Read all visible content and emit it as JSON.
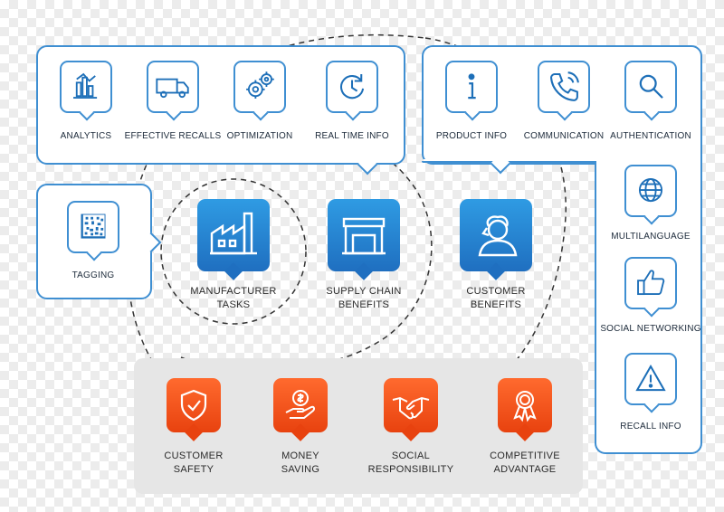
{
  "top_left_panel": {
    "items": [
      {
        "label": "ANALYTICS",
        "icon": "bar-chart-icon"
      },
      {
        "label": "EFFECTIVE RECALLS",
        "icon": "truck-icon"
      },
      {
        "label": "OPTIMIZATION",
        "icon": "gears-icon"
      },
      {
        "label": "REAL TIME INFO",
        "icon": "clock-icon"
      }
    ]
  },
  "right_panel": {
    "items": [
      {
        "label": "PRODUCT INFO",
        "icon": "info-icon"
      },
      {
        "label": "COMMUNICATION",
        "icon": "phone-icon"
      },
      {
        "label": "AUTHENTICATION",
        "icon": "magnifier-icon"
      },
      {
        "label": "MULTILANGUAGE",
        "icon": "globe-icon"
      },
      {
        "label": "SOCIAL NETWORKING",
        "icon": "thumbs-up-icon"
      },
      {
        "label": "RECALL INFO",
        "icon": "warning-icon"
      }
    ]
  },
  "tagging": {
    "label": "TAGGING",
    "icon": "datamatrix-icon"
  },
  "benefits": [
    {
      "label_line1": "MANUFACTURER",
      "label_line2": "TASKS",
      "icon": "factory-icon"
    },
    {
      "label_line1": "SUPPLY CHAIN",
      "label_line2": "BENEFITS",
      "icon": "store-icon"
    },
    {
      "label_line1": "CUSTOMER BENEFITS",
      "label_line2": "",
      "icon": "customer-icon"
    }
  ],
  "customer_values": [
    {
      "line1": "CUSTOMER",
      "line2": "SAFETY",
      "icon": "shield-check-icon"
    },
    {
      "line1": "MONEY",
      "line2": "SAVING",
      "icon": "coin-hand-icon"
    },
    {
      "line1": "SOCIAL",
      "line2": "RESPONSIBILITY",
      "icon": "handshake-icon"
    },
    {
      "line1": "COMPETITIVE",
      "line2": "ADVANTAGE",
      "icon": "ribbon-icon"
    }
  ],
  "colors": {
    "outline_blue": "#3f8fd2",
    "feature_blue": "#1f6fc0",
    "feature_orange": "#f04e1a",
    "grey_panel": "#e6e6e6"
  }
}
